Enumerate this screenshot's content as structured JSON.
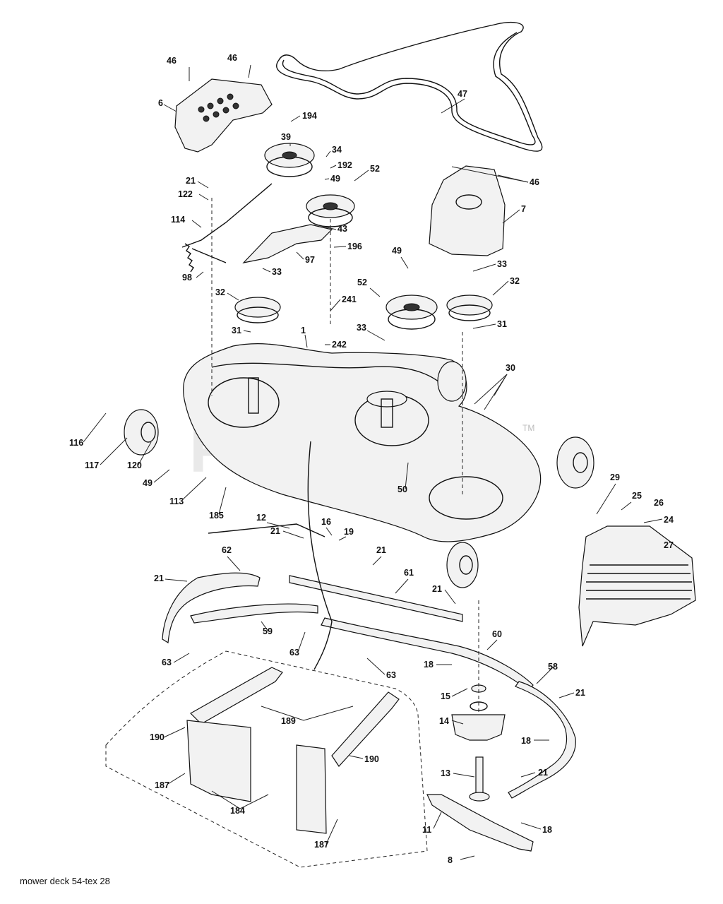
{
  "footer": {
    "caption": "mower deck 54-tex 28"
  },
  "watermark": {
    "text": "PartsTree",
    "tm": "TM"
  },
  "callouts": [
    "46",
    "46",
    "6",
    "194",
    "39",
    "34",
    "192",
    "49",
    "52",
    "21",
    "122",
    "114",
    "43",
    "196",
    "97",
    "98",
    "33",
    "32",
    "31",
    "1",
    "241",
    "242",
    "33",
    "49",
    "52",
    "33",
    "32",
    "31",
    "47",
    "46",
    "7",
    "30",
    "116",
    "117",
    "120",
    "49",
    "113",
    "185",
    "50",
    "29",
    "25",
    "26",
    "24",
    "27",
    "12",
    "16",
    "19",
    "21",
    "21",
    "62",
    "61",
    "21",
    "21",
    "59",
    "63",
    "63",
    "63",
    "60",
    "18",
    "58",
    "21",
    "15",
    "14",
    "18",
    "189",
    "190",
    "190",
    "13",
    "21",
    "187",
    "184",
    "187",
    "11",
    "18",
    "8"
  ]
}
